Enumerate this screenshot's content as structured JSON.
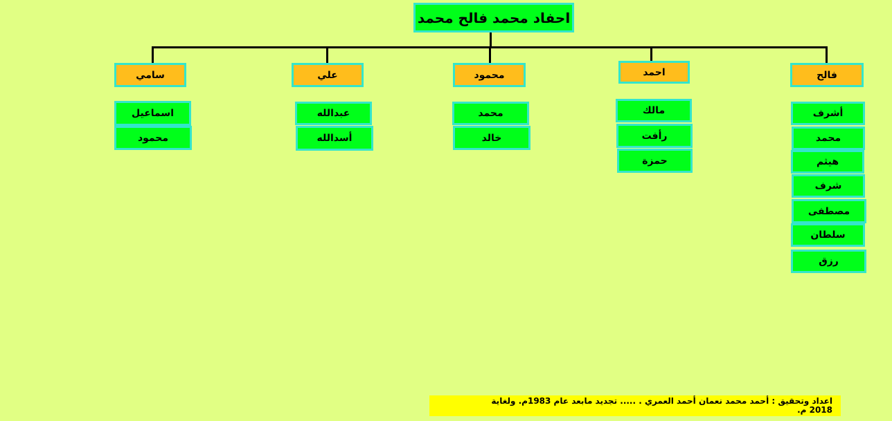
{
  "root": {
    "label": "احفاد محمد فالح محمد"
  },
  "families": [
    {
      "name": "فالح",
      "children": [
        "أشرف",
        "محمد",
        "هيثم",
        "شرف",
        "مصطفى",
        "سلطان",
        "رزق"
      ]
    },
    {
      "name": "احمد",
      "children": [
        "مالك",
        "رأفت",
        "حمزة"
      ]
    },
    {
      "name": "محمود",
      "children": [
        "محمد",
        "خالد"
      ]
    },
    {
      "name": "علي",
      "children": [
        "عبدالله",
        "أسدالله"
      ]
    },
    {
      "name": "سامي",
      "children": [
        "اسماعيل",
        "محمود"
      ]
    }
  ],
  "footer": {
    "line1": "اعداد وتحقيق :  أحمد محمد نعمان أحمد العمري . .....   تجديد مابعد عام 1983م.  ولغاية",
    "line2": "2018 م."
  }
}
